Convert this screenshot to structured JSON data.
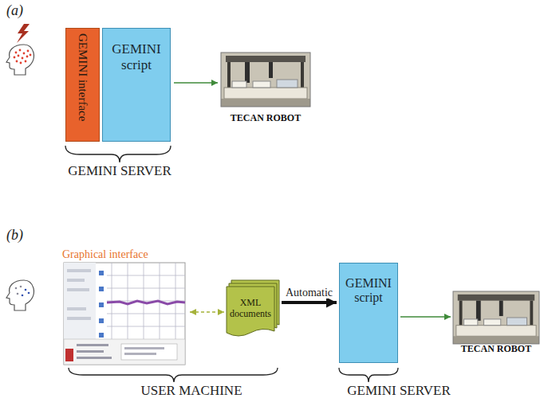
{
  "diagram": {
    "nodes": [
      {
        "text": [
          "GEMINI interface"
        ]
      },
      {
        "text": [
          "GEMINI script"
        ]
      },
      {
        "text": [
          "TECAN ROBOT"
        ]
      },
      {
        "text": [
          "Graphical interface"
        ]
      },
      {
        "text": [
          "XML documents"
        ]
      },
      {
        "text": [
          "GEMINI script"
        ]
      },
      {
        "text": [
          "TECAN ROBOT"
        ]
      }
    ],
    "edges": [
      {
        "from": 1,
        "to": 2,
        "arrow": "to"
      },
      {
        "from": 3,
        "to": 4,
        "arrow": "both"
      },
      {
        "from": 4,
        "to": 5,
        "label": "Automatic",
        "arrow": "to"
      },
      {
        "from": 5,
        "to": 6,
        "arrow": "to"
      }
    ],
    "labels": [
      "(a)",
      "GEMINI SERVER",
      "(b)",
      "USER MACHINE",
      "GEMINI SERVER"
    ]
  }
}
